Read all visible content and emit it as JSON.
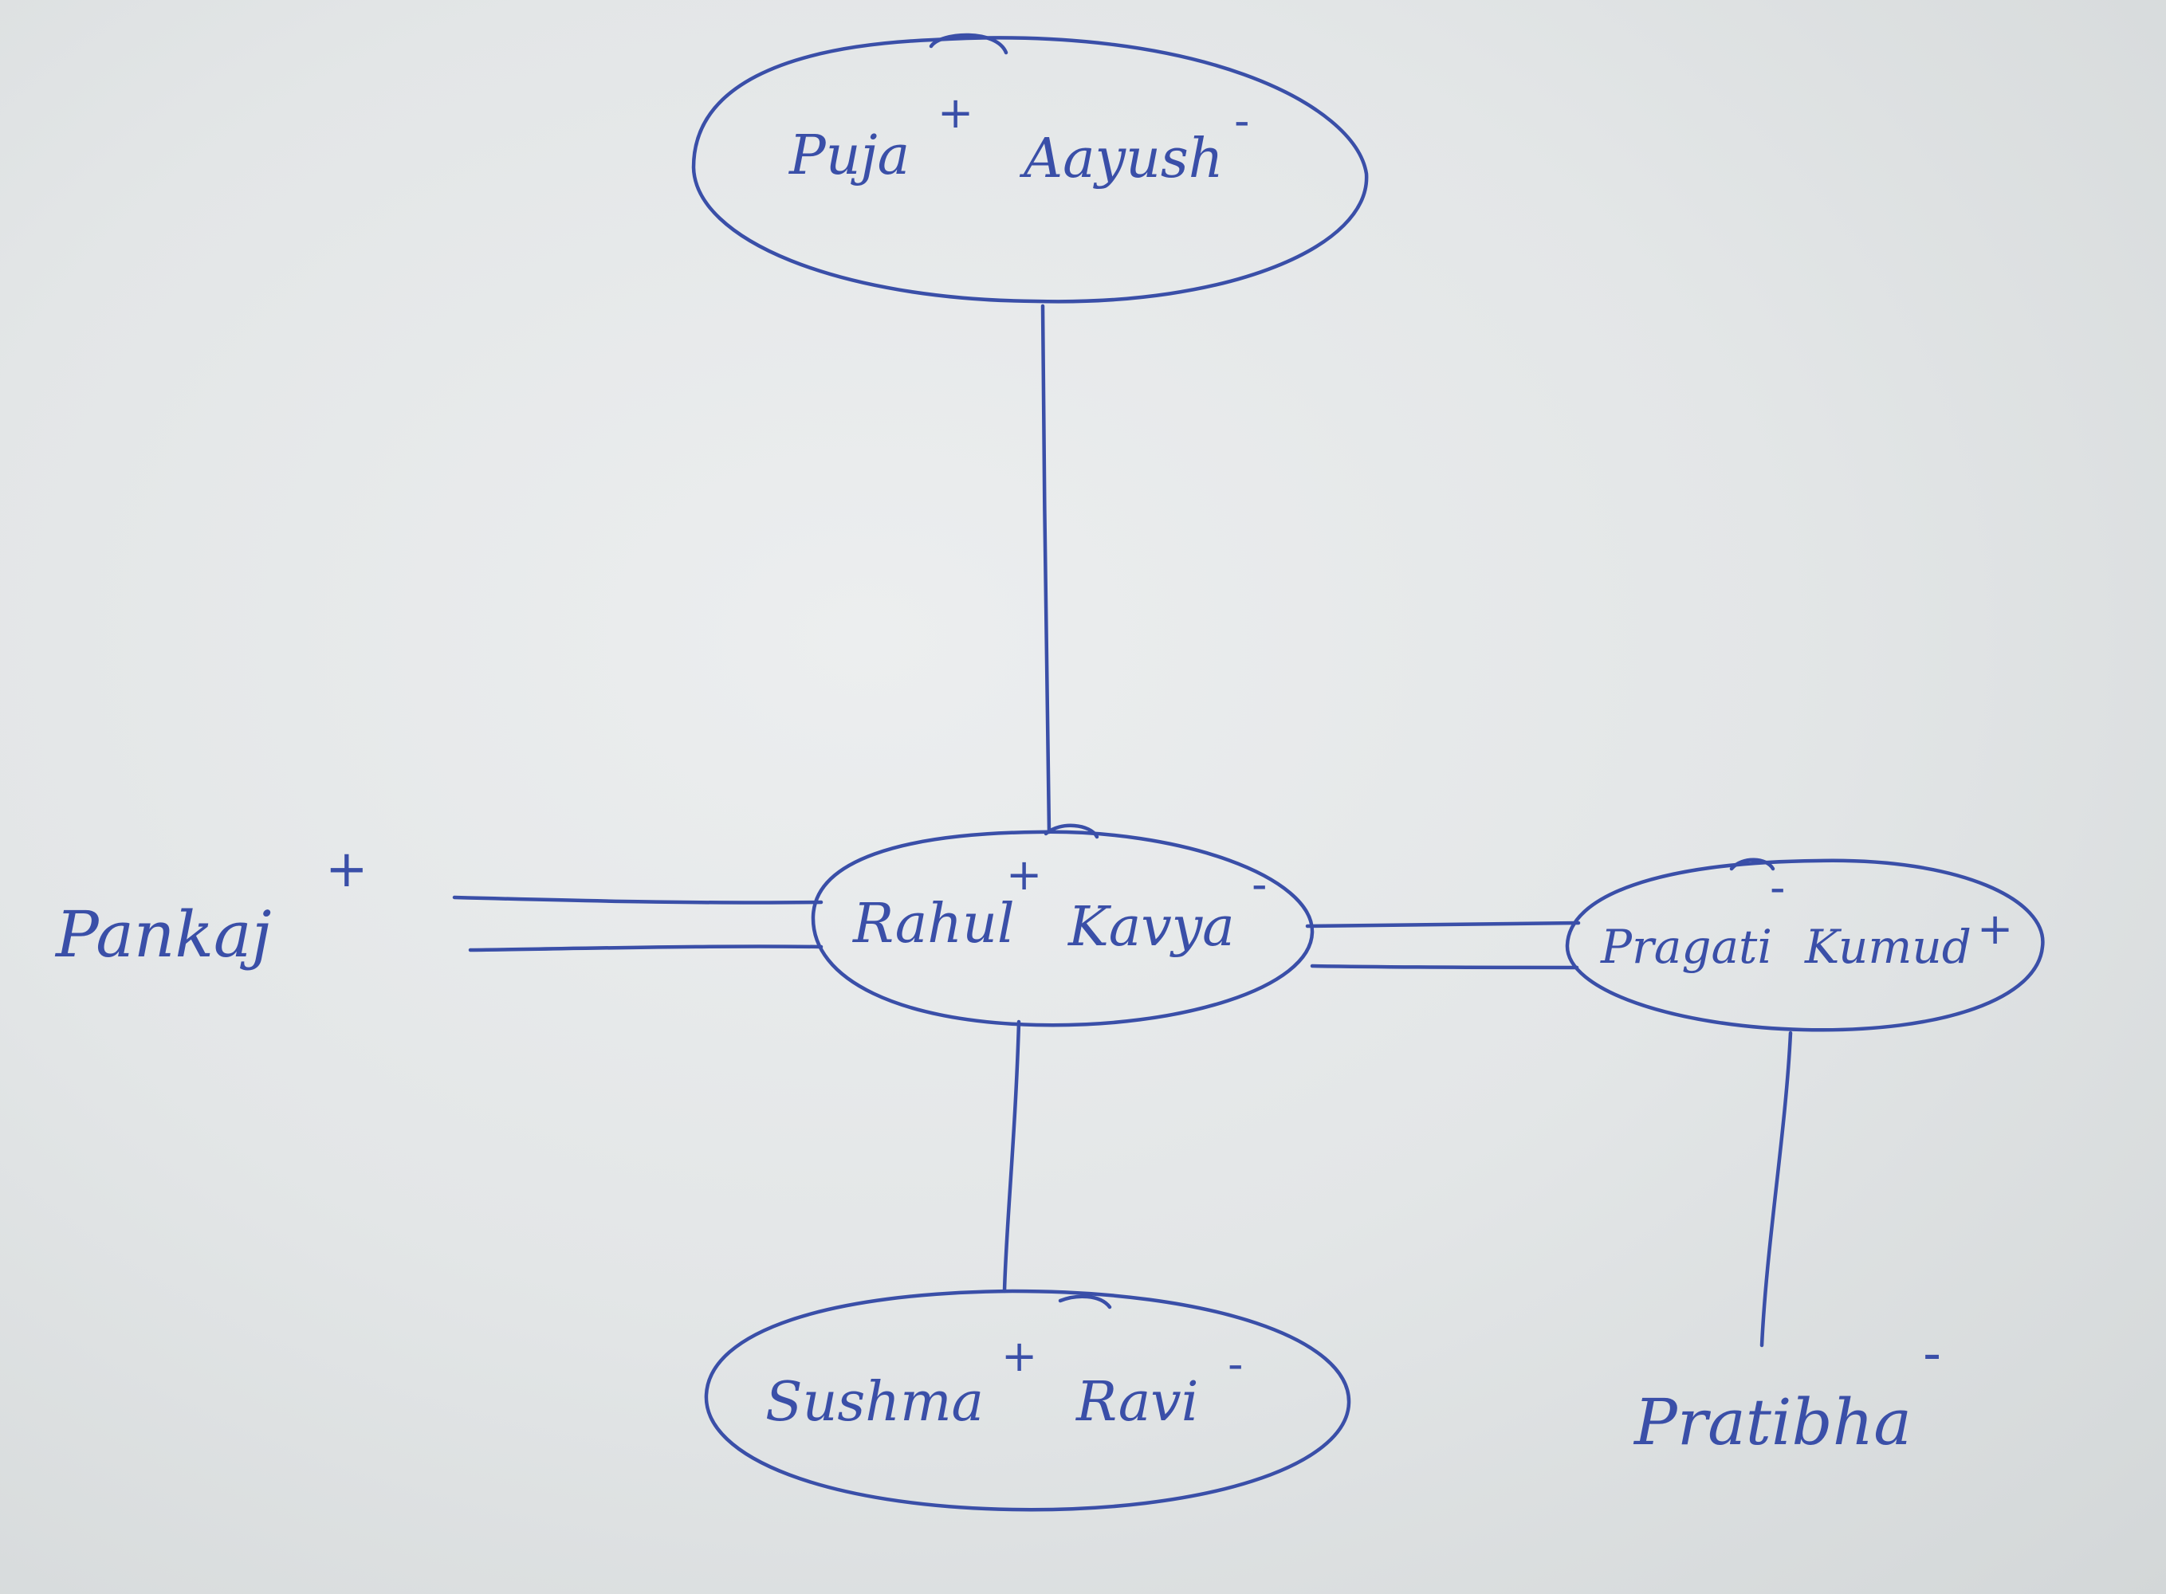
{
  "ink_color": "#3a4fa8",
  "paper_color": "#e6e9ea",
  "couples": {
    "top": {
      "left": {
        "name": "Puja",
        "sign": "+"
      },
      "right": {
        "name": "Aayush",
        "sign": "-"
      }
    },
    "center": {
      "left": {
        "name": "Rahul",
        "sign": "+"
      },
      "right": {
        "name": "Kavya",
        "sign": "-"
      }
    },
    "right": {
      "left": {
        "name": "Pragati",
        "sign": "-"
      },
      "right": {
        "name": "Kumud",
        "sign": "+"
      }
    },
    "bottom": {
      "left": {
        "name": "Sushma",
        "sign": "+"
      },
      "right": {
        "name": "Ravi",
        "sign": "-"
      }
    }
  },
  "individuals": {
    "pankaj": {
      "name": "Pankaj",
      "sign": "+"
    },
    "pratibha": {
      "name": "Pratibha",
      "sign": "-"
    }
  }
}
